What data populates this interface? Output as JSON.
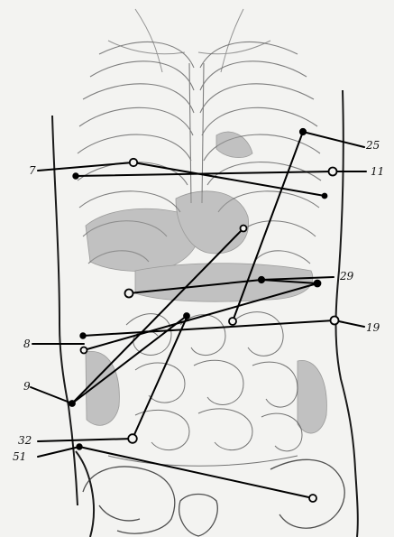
{
  "diagram": {
    "labels": {
      "l25": "25",
      "l11": "11",
      "l7": "7",
      "l29": "29",
      "l19": "19",
      "l8": "8",
      "l9": "9",
      "l32": "32",
      "l51": "51"
    }
  }
}
